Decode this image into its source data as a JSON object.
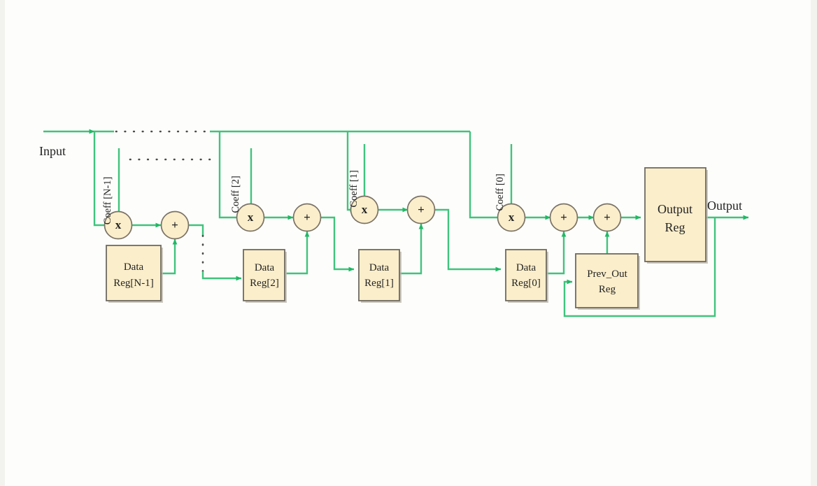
{
  "diagram": {
    "title": "FIR filter datapath block diagram",
    "colors": {
      "wire": "#3fc37c",
      "block_fill": "#fbeecb",
      "block_stroke": "#6f6a60",
      "text": "#232323",
      "dotted_wire": "#4a4a4a",
      "background": "#fdfdfb"
    },
    "io_labels": {
      "input": "Input",
      "output": "Output"
    },
    "coefficients": [
      {
        "id": "coeff-n-1",
        "label": "Coeff [N-1]"
      },
      {
        "id": "coeff-2",
        "label": "Coeff [2]"
      },
      {
        "id": "coeff-1",
        "label": "Coeff [1]"
      },
      {
        "id": "coeff-0",
        "label": "Coeff [0]"
      }
    ],
    "multipliers": [
      {
        "id": "mult-n-1",
        "symbol": "x"
      },
      {
        "id": "mult-2",
        "symbol": "x"
      },
      {
        "id": "mult-1",
        "symbol": "x"
      },
      {
        "id": "mult-0",
        "symbol": "x"
      }
    ],
    "adders": [
      {
        "id": "adder-n-1",
        "symbol": "+"
      },
      {
        "id": "adder-2",
        "symbol": "+"
      },
      {
        "id": "adder-1",
        "symbol": "+"
      },
      {
        "id": "adder-0",
        "symbol": "+"
      },
      {
        "id": "adder-prev-out",
        "symbol": "+"
      }
    ],
    "data_registers": [
      {
        "id": "data-reg-n-1",
        "line1": "Data",
        "line2": "Reg[N-1]"
      },
      {
        "id": "data-reg-2",
        "line1": "Data",
        "line2": "Reg[2]"
      },
      {
        "id": "data-reg-1",
        "line1": "Data",
        "line2": "Reg[1]"
      },
      {
        "id": "data-reg-0",
        "line1": "Data",
        "line2": "Reg[0]"
      }
    ],
    "prev_out_register": {
      "id": "prev-out-reg",
      "line1": "Prev_Out",
      "line2": "Reg"
    },
    "output_register": {
      "id": "output-reg",
      "line1": "Output",
      "line2": "Reg"
    },
    "ellipses": [
      {
        "id": "bus-ellipsis",
        "note": "dotted continuation on input bus"
      },
      {
        "id": "tap-ellipsis",
        "note": "dotted continuation of omitted taps"
      },
      {
        "id": "chain-ellipsis",
        "note": "dotted continuation of register chain"
      }
    ]
  }
}
